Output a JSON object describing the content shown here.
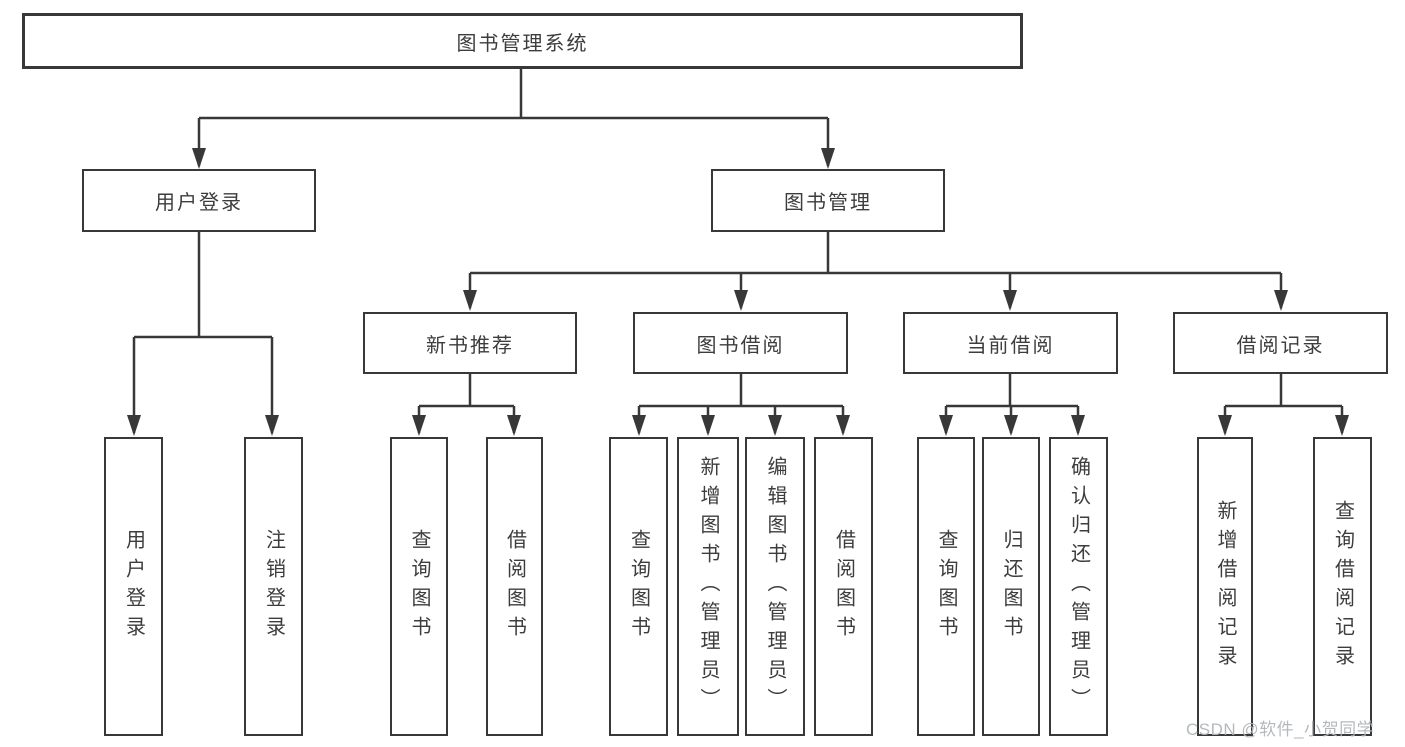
{
  "diagram": {
    "title": "图书管理系统",
    "colors": {
      "line": "#383838",
      "text": "#3d3d3d",
      "background": "#ffffff",
      "watermark": "#b2b6b9"
    },
    "tree": {
      "root": "图书管理系统",
      "branches": [
        {
          "label": "用户登录",
          "children": [
            {
              "label": "用户登录"
            },
            {
              "label": "注销登录"
            }
          ]
        },
        {
          "label": "图书管理",
          "children": [
            {
              "label": "新书推荐",
              "children": [
                {
                  "label": "查询图书"
                },
                {
                  "label": "借阅图书"
                }
              ]
            },
            {
              "label": "图书借阅",
              "children": [
                {
                  "label": "查询图书"
                },
                {
                  "label": "新增图书（管理员）"
                },
                {
                  "label": "编辑图书（管理员）"
                },
                {
                  "label": "借阅图书"
                }
              ]
            },
            {
              "label": "当前借阅",
              "children": [
                {
                  "label": "查询图书"
                },
                {
                  "label": "归还图书"
                },
                {
                  "label": "确认归还（管理员）"
                }
              ]
            },
            {
              "label": "借阅记录",
              "children": [
                {
                  "label": "新增借阅记录"
                },
                {
                  "label": "查询借阅记录"
                }
              ]
            }
          ]
        }
      ]
    },
    "watermark": "CSDN @软件_小贺同学"
  }
}
